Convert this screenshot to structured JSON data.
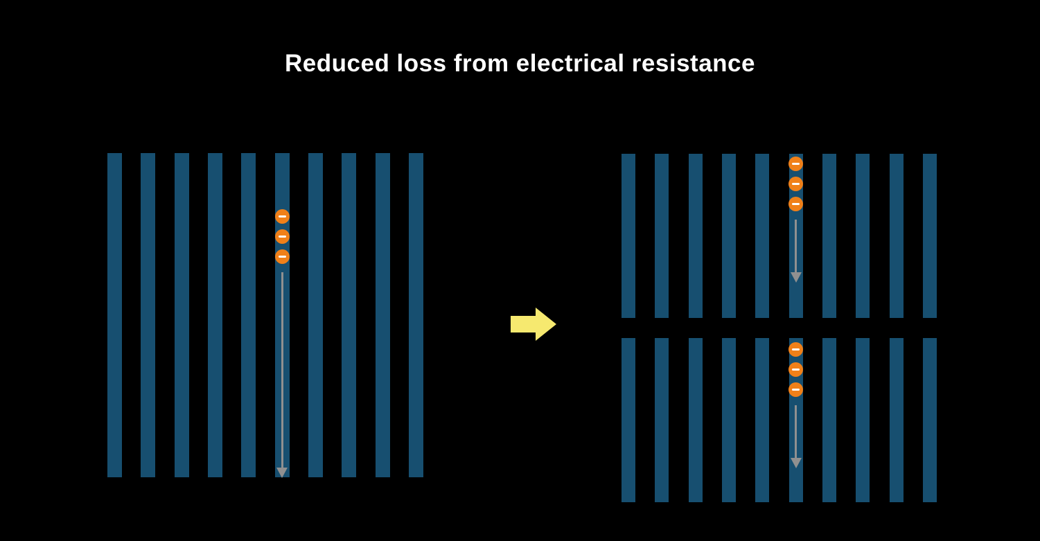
{
  "title": "Reduced loss from electrical resistance",
  "colors": {
    "background": "#000000",
    "title": "#ffffff",
    "cell_bar": "#174f70",
    "electron_fill": "#f08019",
    "electron_minus": "#ffffff",
    "current_arrow": "#909090",
    "transition_arrow": "#f6e96f"
  },
  "left_cell": {
    "bar_count": 10,
    "electron_column_index": 5,
    "electron_count": 3
  },
  "right_cells": {
    "groups": [
      {
        "bar_count": 10,
        "electron_column_index": 5,
        "electron_count": 3
      },
      {
        "bar_count": 10,
        "electron_column_index": 5,
        "electron_count": 3
      }
    ]
  }
}
